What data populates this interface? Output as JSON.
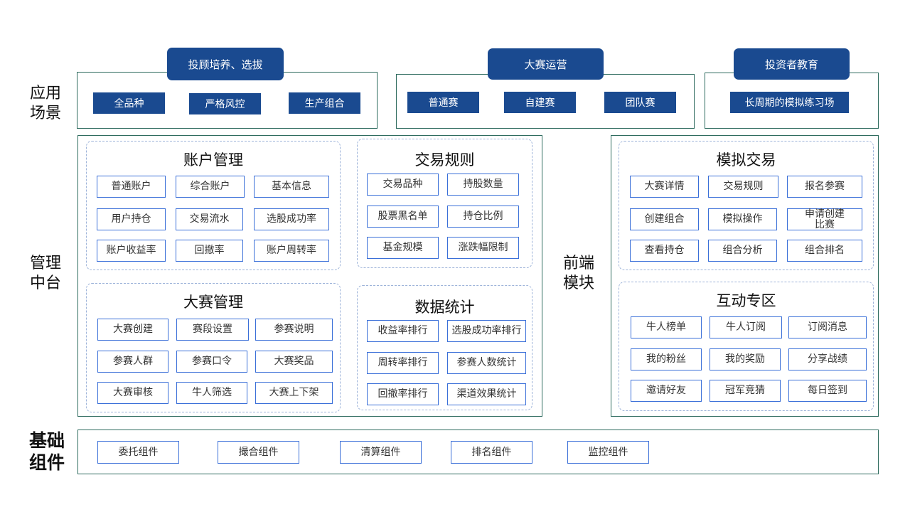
{
  "side_labels": {
    "app_scenario": [
      "应用",
      "场景"
    ],
    "management": [
      "管理",
      "中台"
    ],
    "frontend": [
      "前端",
      "模块"
    ],
    "base": [
      "基础",
      "组件"
    ]
  },
  "scenarios": [
    {
      "title": "投顾培养、选拔",
      "items": [
        "全品种",
        "严格风控",
        "生产组合"
      ]
    },
    {
      "title": "大赛运营",
      "items": [
        "普通赛",
        "自建赛",
        "团队赛"
      ]
    },
    {
      "title": "投资者教育",
      "items": [
        "长周期的模拟练习场"
      ]
    }
  ],
  "panels": {
    "account": {
      "title": "账户管理",
      "items": [
        "普通账户",
        "综合账户",
        "基本信息",
        "用户持仓",
        "交易流水",
        "选股成功率",
        "账户收益率",
        "回撤率",
        "账户周转率"
      ]
    },
    "rules": {
      "title": "交易规则",
      "items": [
        "交易品种",
        "持股数量",
        "股票黑名单",
        "持仓比例",
        "基金规模",
        "涨跌幅限制"
      ]
    },
    "contest": {
      "title": "大赛管理",
      "items": [
        "大赛创建",
        "赛段设置",
        "参赛说明",
        "参赛人群",
        "参赛口令",
        "大赛奖品",
        "大赛审核",
        "牛人筛选",
        "大赛上下架"
      ]
    },
    "stats": {
      "title": "数据统计",
      "items": [
        "收益率排行",
        "选股成功率排行",
        "周转率排行",
        "参赛人数统计",
        "回撤率排行",
        "渠道效果统计"
      ]
    },
    "sim": {
      "title": "模拟交易",
      "items": [
        "大赛详情",
        "交易规则",
        "报名参赛",
        "创建组合",
        "模拟操作",
        "申请创建比赛",
        "查看持仓",
        "组合分析",
        "组合排名"
      ]
    },
    "interact": {
      "title": "互动专区",
      "items": [
        "牛人榜单",
        "牛人订阅",
        "订阅消息",
        "我的粉丝",
        "我的奖励",
        "分享战绩",
        "邀请好友",
        "冠军竞猜",
        "每日签到"
      ]
    }
  },
  "base_components": [
    "委托组件",
    "撮合组件",
    "清算组件",
    "排名组件",
    "监控组件"
  ]
}
